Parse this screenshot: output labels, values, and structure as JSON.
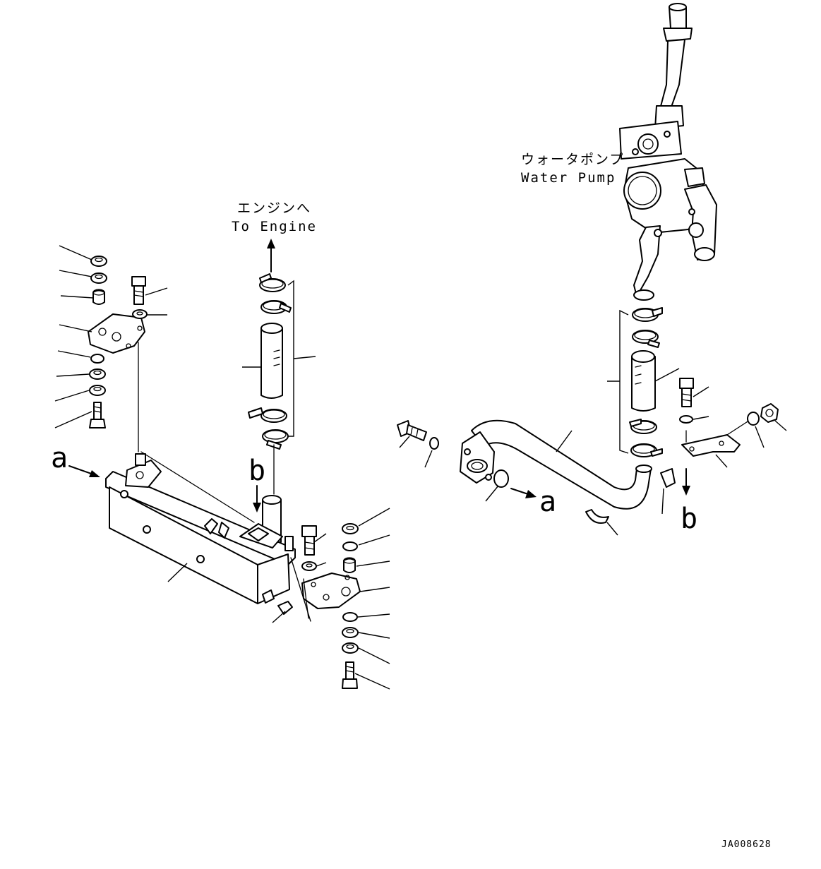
{
  "diagram": {
    "labels": {
      "water_pump_jp": "ウォータポンプ",
      "water_pump_en": "Water Pump",
      "to_engine_jp": "エンジンへ",
      "to_engine_en": "To Engine",
      "ref_a_left": "a",
      "ref_a_right": "a",
      "ref_b_left": "b",
      "ref_b_right": "b",
      "drawing_id": "JA008628"
    },
    "icons": {
      "arrow": "arrow-icon",
      "water_pump": "water-pump-icon",
      "tank": "coolant-tank-icon",
      "pipe": "water-pipe-icon",
      "hose": "hose-icon",
      "clamp": "hose-clamp-icon",
      "bolt": "bolt-icon",
      "washer": "washer-icon",
      "nut": "nut-icon",
      "bracket": "bracket-icon"
    }
  }
}
